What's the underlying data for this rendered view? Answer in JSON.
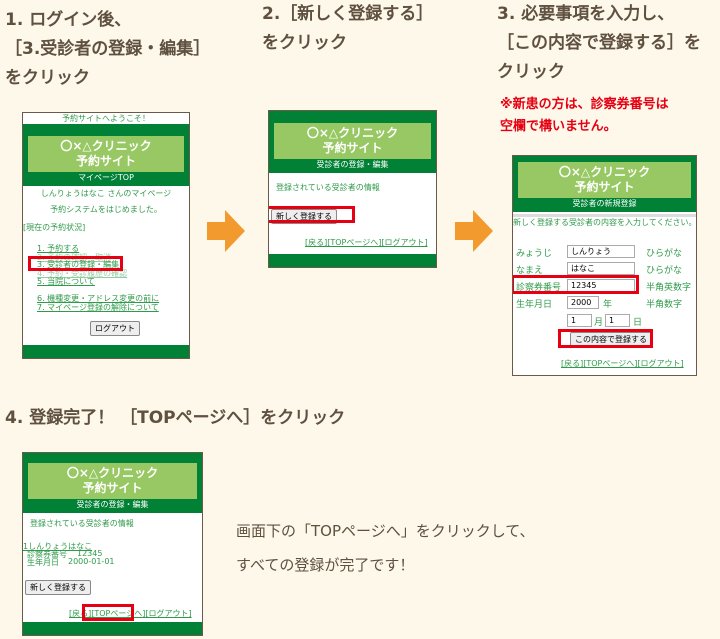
{
  "steps": {
    "s1": [
      "1. ログイン後、",
      "［3.受診者の登録・編集］",
      "をクリック"
    ],
    "s2": [
      "2.［新しく登録する］",
      "をクリック"
    ],
    "s3": [
      "3. 必要事項を入力し、",
      "［この内容で登録する］を",
      "クリック"
    ],
    "s3_note": [
      "※新患の方は、診察券番号は",
      "空欄で構いません。"
    ],
    "s4": "4. 登録完了！ ［TOPページへ］をクリック"
  },
  "caption": [
    "画面下の「TOPページへ」をクリックして、",
    "すべての登録が完了です！"
  ],
  "site": {
    "logo1": "〇×△クリニック",
    "logo2": "予約サイト"
  },
  "screen1": {
    "welcome": "予約サイトへようこそ！",
    "subtitle": "マイページTOP",
    "greeting": "しんりょうはなこ さんのマイページ",
    "message": "予約システムをはじめました。",
    "status": "[現在の予約状況]",
    "menu": [
      "1. 予約する",
      "2. 予約の確認・取消",
      "3. 受診者の登録・編集",
      "4. 予約・受診履歴の確認",
      "5. 当院について",
      "6. 機種変更・アドレス変更の前に",
      "7. マイページ登録の解除について"
    ],
    "logout": "ログアウト"
  },
  "screen2": {
    "subtitle": "受診者の登録・編集",
    "info": "登録されている受診者の情報",
    "new_button": "新しく登録する",
    "nav": "[戻る][TOPページへ][ログアウト]"
  },
  "screen3": {
    "subtitle": "受診者の新規登録",
    "instruction": "新しく登録する受診者の内容を入力してください。",
    "fields": [
      {
        "label": "みょうじ",
        "value": "しんりょう",
        "hint": "ひらがな"
      },
      {
        "label": "なまえ",
        "value": "はなこ",
        "hint": "ひらがな"
      },
      {
        "label": "診察券番号",
        "value": "12345",
        "hint": "半角英数字"
      },
      {
        "label": "生年月日",
        "value": "2000",
        "unit": "年",
        "hint": "半角数字"
      }
    ],
    "month": "1",
    "month_unit": "月",
    "day": "1",
    "day_unit": "日",
    "submit": "この内容で登録する",
    "nav": "[戻る][TOPページへ][ログアウト]"
  },
  "screen4": {
    "subtitle": "受診者の登録・編集",
    "info": "登録されている受診者の情報",
    "patient_name": "1しんりょうはなこ",
    "card_label": "診察券番号",
    "card_value": "12345",
    "birth_label": "生年月日",
    "birth_value": "2000-01-01",
    "new_button": "新しく登録する",
    "nav_back": "[戻る]",
    "nav_top": "[TOPページへ]",
    "nav_logout": "[ログアウト]"
  },
  "colors": {
    "green": "#008136",
    "light_green": "#98c863",
    "highlight": "#e60012",
    "arrow": "#f39a2e"
  }
}
